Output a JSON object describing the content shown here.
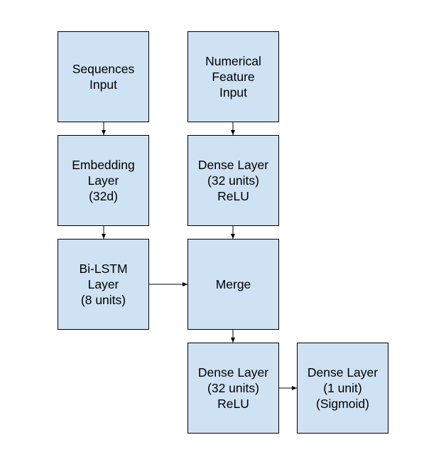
{
  "diagram": {
    "nodes": {
      "sequences_input": "Sequences\nInput",
      "numerical_feature_input": "Numerical\nFeature\nInput",
      "embedding_layer": "Embedding\nLayer\n(32d)",
      "dense_layer_1": "Dense Layer\n(32 units)\nReLU",
      "bilstm_layer": "Bi-LSTM\nLayer\n(8 units)",
      "merge": "Merge",
      "dense_layer_2": "Dense Layer\n(32 units)\nReLU",
      "output_layer": "Dense Layer\n(1 unit)\n(Sigmoid)"
    },
    "edges": [
      [
        "sequences_input",
        "embedding_layer"
      ],
      [
        "embedding_layer",
        "bilstm_layer"
      ],
      [
        "bilstm_layer",
        "merge"
      ],
      [
        "numerical_feature_input",
        "dense_layer_1"
      ],
      [
        "dense_layer_1",
        "merge"
      ],
      [
        "merge",
        "dense_layer_2"
      ],
      [
        "dense_layer_2",
        "output_layer"
      ]
    ],
    "colors": {
      "box_fill": "#cfe2f3",
      "box_border": "#000000",
      "arrow": "#000000"
    }
  }
}
